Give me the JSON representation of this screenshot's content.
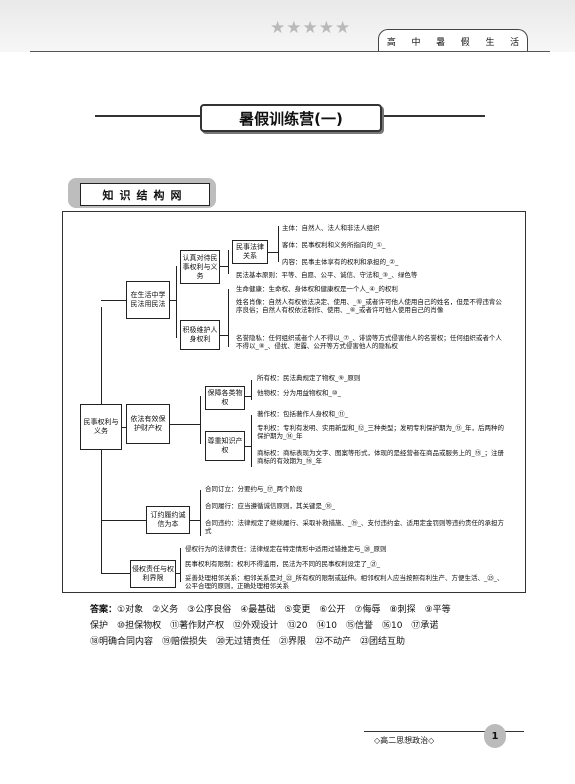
{
  "header": {
    "tabs": [
      "高",
      "中",
      "暑",
      "假",
      "生",
      "活"
    ]
  },
  "title": "暑假训练营(一)",
  "section_title": "知识结构网",
  "root": "民事权利与义务",
  "branches": [
    {
      "label": "在生活中学民法用民法",
      "subs": [
        {
          "label": "认真对待民事权利与义务",
          "group": "民事法律关系",
          "items": [
            "主体：自然人、法人和非法人组织",
            "客体：民事权利和义务所指向的_①_",
            "内容：民事主体享有的权利和承担的_②_"
          ],
          "extra": "民法基本原则：平等、自愿、公平、诚信、守法和_③_、绿色等"
        },
        {
          "label": "积极维护人身权利",
          "items": [
            "生命健康：生命权、身体权和健康权是一个人_④_的权利",
            "姓名肖像：自然人有权依法决定、使用、_⑤_或者许可他人使用自己的姓名，但是不得违背公序良俗；自然人有权依法制作、使用、_⑥_或者许可他人使用自己的肖像",
            "名誉隐私：任何组织或者个人不得以_⑦_、诽谤等方式侵害他人的名誉权；任何组织或者个人不得以_⑧_、侵扰、泄露、公开等方式侵害他人的隐私权"
          ]
        }
      ]
    },
    {
      "label": "依法有效保护财产权",
      "subs": [
        {
          "label": "保障各类物权",
          "items": [
            "所有权：民法典规定了物权_⑨_原则",
            "他物权：分为用益物权和_⑩_"
          ]
        },
        {
          "label": "尊重知识产权",
          "items": [
            "著作权：包括著作人身权和_⑪_",
            "专利权：专利有发明、实用新型和_⑫_三种类型；发明专利保护期为_⑬_年，后两种的保护期为_⑭_年",
            "商标权：商标表现为文字、图案等形式，体现的是经营者在商品或服务上的_⑮_；注册商标的有效期为_⑯_年"
          ]
        }
      ]
    },
    {
      "label": "订约履约诚信为本",
      "items": [
        "合同订立：分要约与_⑰_两个阶段",
        "合同履行：应当遵循诚信原则，其关键是_⑱_",
        "合同违约：法律规定了继续履行、采取补救措施、_⑲_、支付违约金、适用定金罚则等违约责任的承担方式"
      ]
    },
    {
      "label": "侵权责任与权利界限",
      "items": [
        "侵权行为的法律责任：法律规定在特定情形中适用过错推定与_⑳_原则",
        "民事权利有限制：权利不得滥用，民法为不同的民事权利设定了_㉑_",
        "妥善处理相邻关系：相邻关系是对_㉒_所有权的限制或延伸。相邻权利人应当按照有利生产、方便生活、_㉓_、公平合理的原则，正确处理相邻关系"
      ]
    }
  ],
  "answers": {
    "label": "答案：",
    "line1": "①对象　②义务　③公序良俗　④最基础　⑤变更　⑥公开　⑦侮辱　⑧刺探　⑨平等",
    "line2": "保护　⑩担保物权　⑪著作财产权　⑫外观设计　⑬20　⑭10　⑮信誉　⑯10　⑰承诺",
    "line3": "⑱明确合同内容　⑲赔偿损失　⑳无过错责任　㉑界限　㉒不动产　㉓团结互助"
  },
  "footer": {
    "subject": "◇高二思想政治◇",
    "page": "1"
  }
}
